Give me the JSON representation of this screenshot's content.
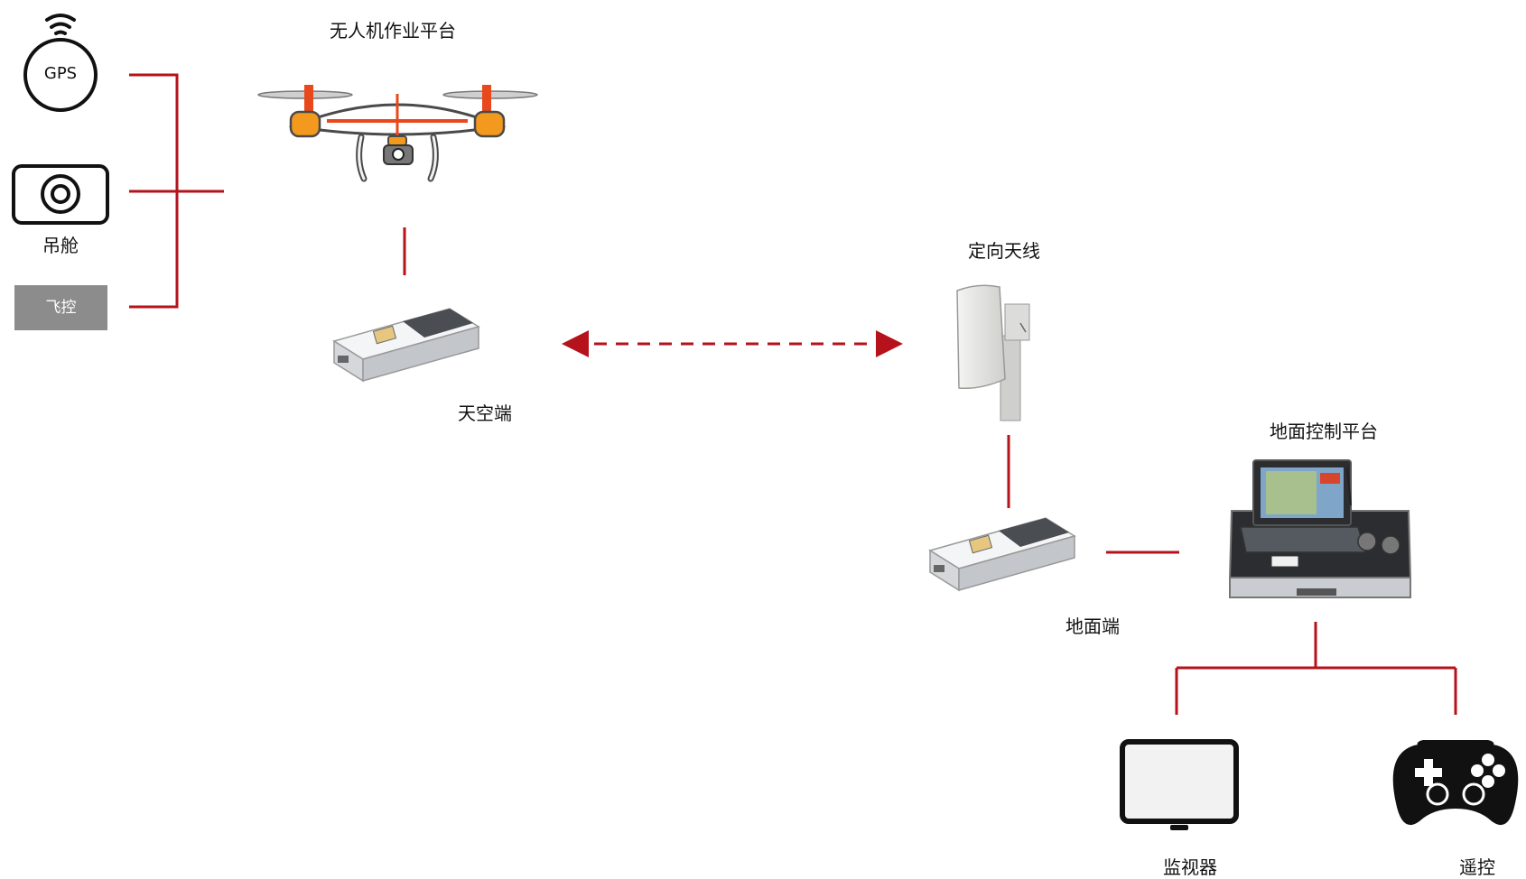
{
  "labels": {
    "gps": "GPS",
    "gimbal": "吊舱",
    "flight_control": "飞控",
    "uav_platform": "无人机作业平台",
    "air_terminal": "天空端",
    "directional_antenna": "定向天线",
    "ground_control_platform": "地面控制平台",
    "ground_terminal": "地面端",
    "monitor": "监视器",
    "remote_control": "遥控"
  },
  "colors": {
    "connector": "#b5121b",
    "icon_dark": "#111111",
    "flight_control_bg": "#8c8c8c",
    "drone_orange": "#f39a1e",
    "drone_red": "#e8481c",
    "module_silver": "#d9dbde",
    "module_dark": "#4a4d52",
    "antenna_panel": "#e8e8e6",
    "laptop_screen": "#7fa6c8",
    "case_silver": "#c9ccd0"
  },
  "icons": {
    "gps": "gps-satellite-icon",
    "gimbal": "camera-gimbal-icon",
    "drone": "quadcopter-drone-icon",
    "module": "datalink-module-icon",
    "antenna": "directional-antenna-icon",
    "ground_station": "laptop-ground-station-icon",
    "monitor": "monitor-icon",
    "gamepad": "gamepad-icon"
  }
}
